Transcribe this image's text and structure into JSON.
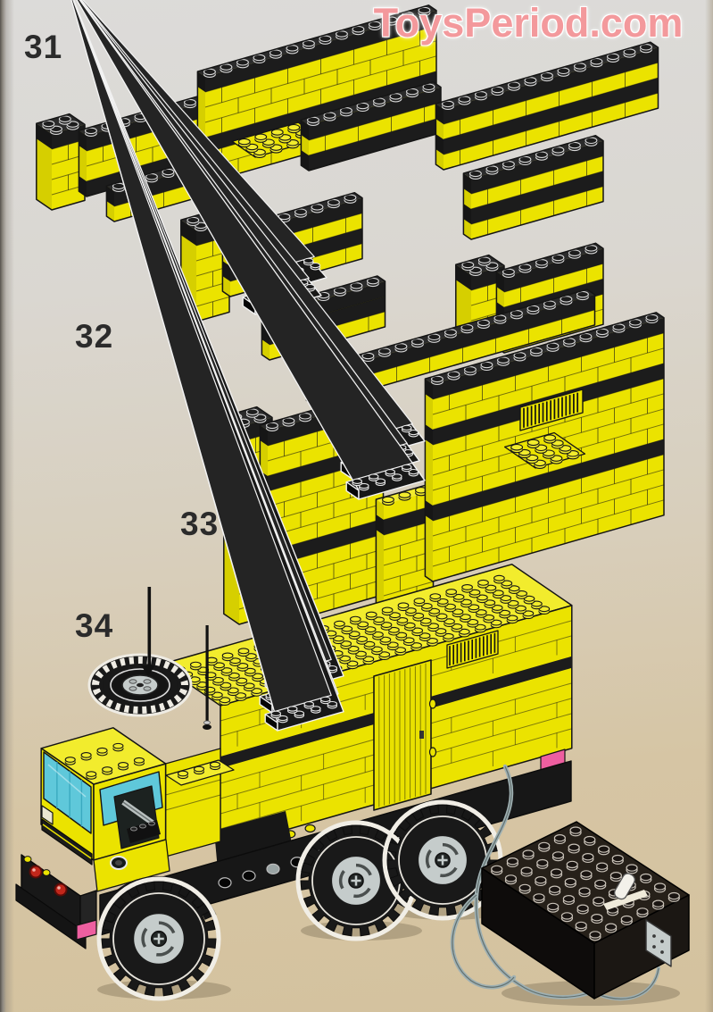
{
  "page": {
    "watermark": "ToysPeriod.com",
    "kind": "lego-building-instructions-page"
  },
  "steps": [
    {
      "number": "31",
      "content": "two L-shaped yellow brick wall assemblies with black cap rows"
    },
    {
      "number": "32",
      "content": "wall assemblies with black 2x4 bricks being added"
    },
    {
      "number": "33",
      "content": "container body walls with vent grille, door opening and stacked black plates"
    },
    {
      "number": "34",
      "content": "finished yellow truck with cab, spare tire, antennas, cargo box, six wheels, wire and battery box"
    }
  ],
  "colors": {
    "brick_yellow": "#ebe300",
    "brick_yellow_top": "#f2ec2d",
    "brick_yellow_side": "#d6cf00",
    "brick_black": "#1c1c1c",
    "cap_top": "#2b2b2b",
    "outline": "#151515",
    "glass_cyan": "#5fc8da",
    "glass_cyan_dark": "#3aa9bf",
    "hub_gray": "#c5cccb",
    "wire_gray": "#9fb0b2",
    "accent_pink": "#ee5fa0",
    "light_red": "#c2271b",
    "headlight_cream": "#ece7d2",
    "watermark_pink": "#f3999c",
    "page_top": "#dcdbd9",
    "page_bottom": "#d4c29e"
  }
}
